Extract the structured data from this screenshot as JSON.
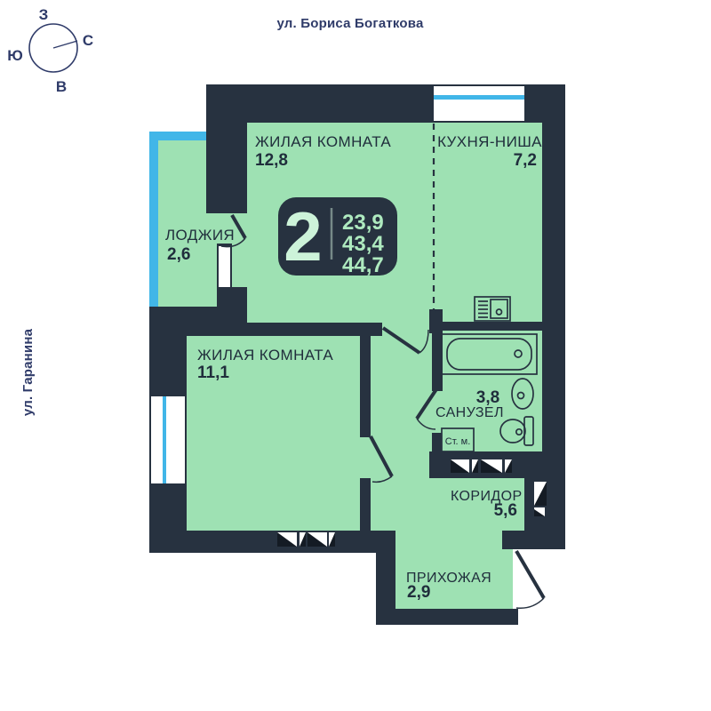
{
  "compass": {
    "west": "З",
    "north": "С",
    "south": "Ю",
    "east": "В"
  },
  "streets": {
    "top": "ул. Бориса Богаткова",
    "left": "ул. Гаранина"
  },
  "badge": {
    "rooms_number": "2",
    "areas": [
      "23,9",
      "43,4",
      "44,7"
    ]
  },
  "rooms": {
    "room1": {
      "name": "ЖИЛАЯ КОМНАТА",
      "area": "12,8"
    },
    "kitchen": {
      "name": "КУХНЯ-НИША",
      "area": "7,2"
    },
    "loggia": {
      "name": "ЛОДЖИЯ",
      "area": "2,6"
    },
    "room2": {
      "name": "ЖИЛАЯ КОМНАТА",
      "area": "11,1"
    },
    "bathroom": {
      "name": "САНУЗЕЛ",
      "area": "3,8"
    },
    "corridor": {
      "name": "КОРИДОР",
      "area": "5,6"
    },
    "hallway": {
      "name": "ПРИХОЖАЯ",
      "area": "2,9"
    }
  },
  "fixtures": {
    "washing_machine": "Ст. м."
  },
  "colors": {
    "wall": "#273240",
    "room_fill": "#9EE1B3",
    "glazing": "#41B6E8",
    "navy_text": "#2F3B69",
    "badge_bg": "#273240",
    "badge_text": "#cdf3d9"
  }
}
